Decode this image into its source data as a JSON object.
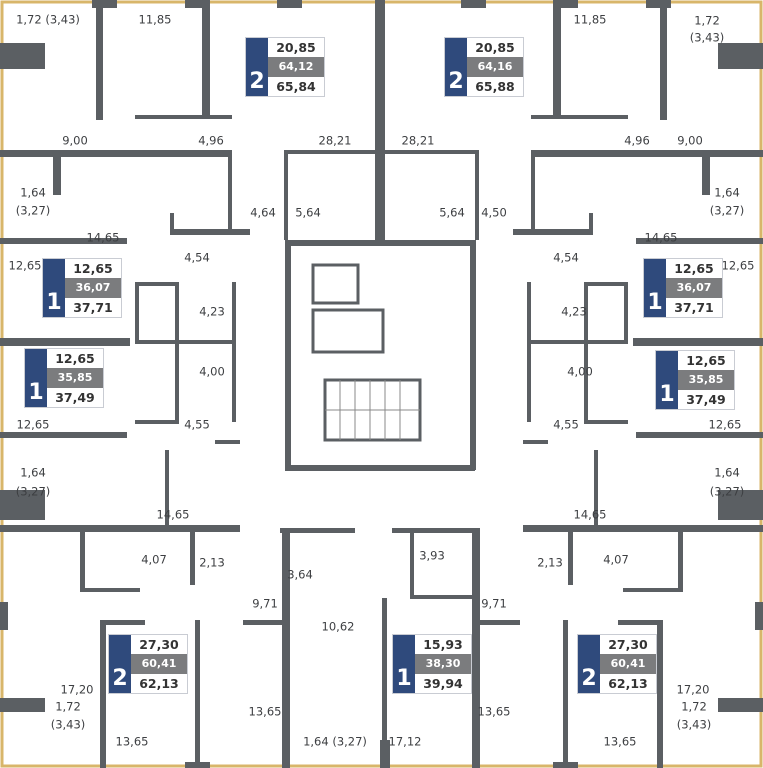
{
  "colors": {
    "wall": "#5b5f63",
    "badge": "#2f4a7c",
    "badge_mid": "#7b7c7e",
    "facade": "#d8b66a"
  },
  "apartments": [
    {
      "rooms": "2",
      "living": "20,85",
      "total": "64,12",
      "total_with_balcony": "65,84"
    },
    {
      "rooms": "2",
      "living": "20,85",
      "total": "64,16",
      "total_with_balcony": "65,88"
    },
    {
      "rooms": "1",
      "living": "12,65",
      "total": "36,07",
      "total_with_balcony": "37,71"
    },
    {
      "rooms": "1",
      "living": "12,65",
      "total": "36,07",
      "total_with_balcony": "37,71"
    },
    {
      "rooms": "1",
      "living": "12,65",
      "total": "35,85",
      "total_with_balcony": "37,49"
    },
    {
      "rooms": "1",
      "living": "12,65",
      "total": "35,85",
      "total_with_balcony": "37,49"
    },
    {
      "rooms": "2",
      "living": "27,30",
      "total": "60,41",
      "total_with_balcony": "62,13"
    },
    {
      "rooms": "1",
      "living": "15,93",
      "total": "38,30",
      "total_with_balcony": "39,94"
    },
    {
      "rooms": "2",
      "living": "27,30",
      "total": "60,41",
      "total_with_balcony": "62,13"
    }
  ],
  "labels": [
    "1,72 (3,43)",
    "11,85",
    "11,85",
    "1,72",
    "(3,43)",
    "9,00",
    "4,96",
    "28,21",
    "28,21",
    "4,96",
    "9,00",
    "1,64",
    "(3,27)",
    "1,64",
    "(3,27)",
    "4,64",
    "5,64",
    "5,64",
    "4,50",
    "14,65",
    "14,65",
    "4,54",
    "4,54",
    "12,65",
    "12,65",
    "4,23",
    "4,23",
    "4,00",
    "4,00",
    "12,65",
    "12,65",
    "4,55",
    "4,55",
    "1,64",
    "(3,27)",
    "1,64",
    "(3,27)",
    "14,65",
    "14,65",
    "4,07",
    "2,13",
    "3,93",
    "2,13",
    "4,07",
    "3,64",
    "9,71",
    "9,71",
    "10,62",
    "17,20",
    "17,20",
    "13,65",
    "13,65",
    "1,72",
    "(3,43)",
    "1,72",
    "(3,43)",
    "13,65",
    "1,64 (3,27)",
    "17,12",
    "13,65"
  ]
}
